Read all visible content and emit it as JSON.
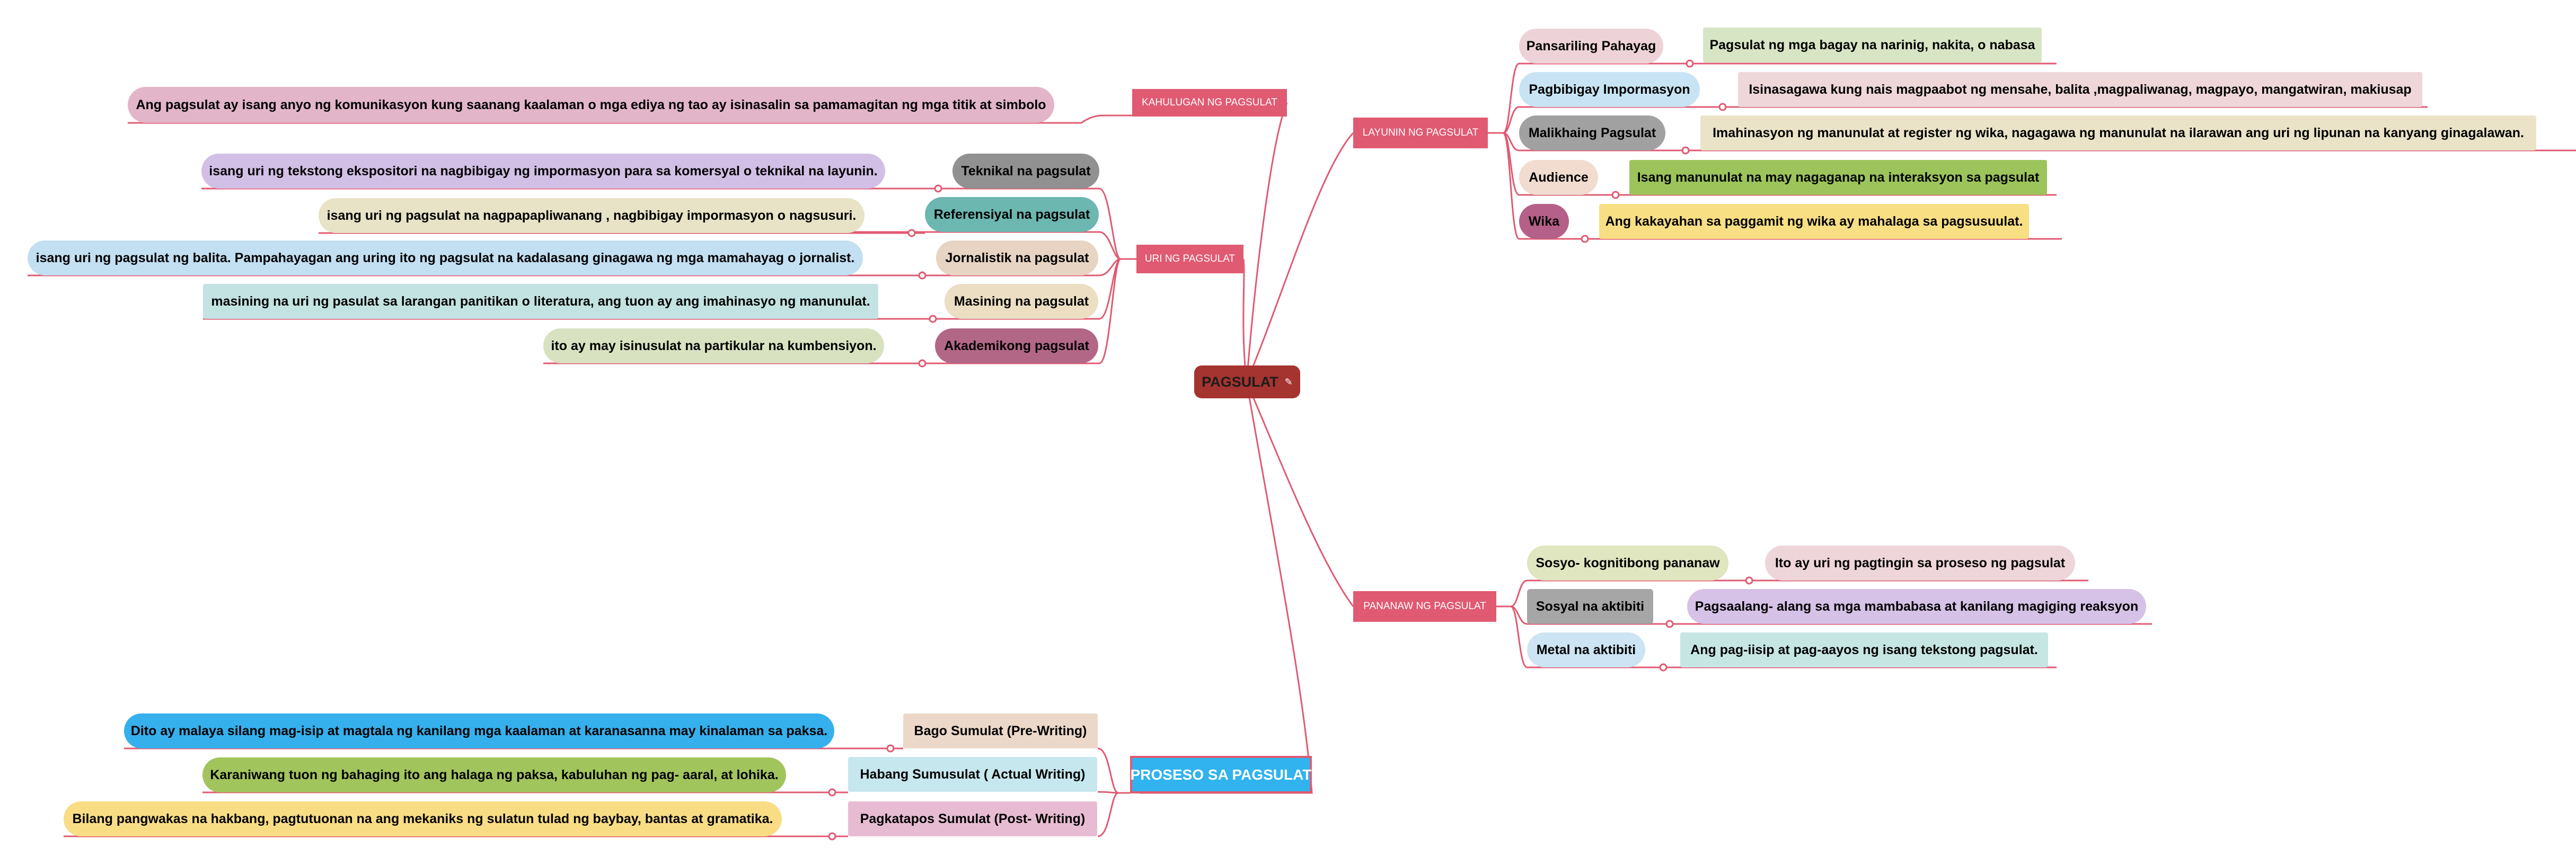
{
  "central": {
    "label": "PAGSULAT",
    "icon": "note-icon"
  },
  "branches": {
    "kahulugan": {
      "label": "KAHULUGAN NG PAGSULAT",
      "leaf": "Ang pagsulat ay isang anyo ng komunikasyon kung saanang kaalaman o mga ediya ng tao ay isinasalin sa pamamagitan ng mga titik at simbolo"
    },
    "uri": {
      "label": "URI NG PAGSULAT",
      "items": [
        {
          "label": "Teknikal na pagsulat",
          "desc": "isang uri ng tekstong ekspositori na nagbibigay ng impormasyon para sa komersyal o teknikal na layunin."
        },
        {
          "label": "Referensiyal na pagsulat",
          "desc": "isang uri ng pagsulat na nagpapapliwanang , nagbibigay impormasyon o nagsusuri."
        },
        {
          "label": "Jornalistik na pagsulat",
          "desc": "isang uri ng pagsulat ng balita. Pampahayagan ang uring ito ng pagsulat na kadalasang ginagawa ng mga mamahayag o jornalist."
        },
        {
          "label": "Masining na pagsulat",
          "desc": "masining na uri ng pasulat sa larangan panitikan o literatura, ang tuon ay ang imahinasyo  ng manunulat."
        },
        {
          "label": "Akademikong pagsulat",
          "desc": "ito ay may isinusulat na partikular na kumbensiyon."
        }
      ]
    },
    "layunin": {
      "label": "LAYUNIN NG PAGSULAT",
      "items": [
        {
          "label": "Pansariling Pahayag",
          "desc": "Pagsulat ng mga bagay na narinig, nakita, o nabasa"
        },
        {
          "label": "Pagbibigay Impormasyon",
          "desc": "Isinasagawa kung nais magpaabot ng mensahe, balita ,magpaliwanag,  magpayo, mangatwiran, makiusap"
        },
        {
          "label": "Malikhaing Pagsulat",
          "desc": "Imahinasyon ng manunulat at register ng wika, nagagawa ng manunulat na ilarawan ang uri ng lipunan na kanyang ginagalawan."
        },
        {
          "label": "Audience",
          "desc": "Isang manunulat na may nagaganap na interaksyon sa pagsulat"
        },
        {
          "label": "Wika",
          "desc": "Ang kakayahan sa paggamit ng wika ay mahalaga sa pagsusuulat."
        }
      ]
    },
    "pananaw": {
      "label": "PANANAW NG PAGSULAT",
      "items": [
        {
          "label": "Sosyo- kognitibong pananaw",
          "desc": "Ito ay uri ng pagtingin sa proseso ng pagsulat"
        },
        {
          "label": "Sosyal na aktibiti",
          "desc": "Pagsaalang- alang sa mga mambabasa at kanilang magiging reaksyon"
        },
        {
          "label": "Metal na aktibiti",
          "desc": "Ang pag-iisip at pag-aayos ng isang tekstong pagsulat."
        }
      ]
    },
    "proseso": {
      "label": "PROSESO SA PAGSULAT",
      "items": [
        {
          "label": "Bago Sumulat (Pre-Writing)",
          "desc": "Dito ay malaya silang mag-isip at magtala ng kanilang mga kaalaman at karanasanna may kinalaman sa paksa."
        },
        {
          "label": "Habang Sumusulat ( Actual Writing)",
          "desc": "Karaniwang tuon ng bahaging ito ang halaga ng paksa, kabuluhan ng pag- aaral, at lohika."
        },
        {
          "label": "Pagkatapos Sumulat (Post- Writing)",
          "desc": "Bilang pangwakas na hakbang, pagtutuonan na ang mekaniks ng sulatun tulad ng baybay, bantas at gramatika."
        }
      ]
    }
  },
  "colors": {
    "line": "#e05a72",
    "branch": "#e05a72",
    "central": "#a5332f",
    "proseso_branch": "#30b3ee"
  }
}
